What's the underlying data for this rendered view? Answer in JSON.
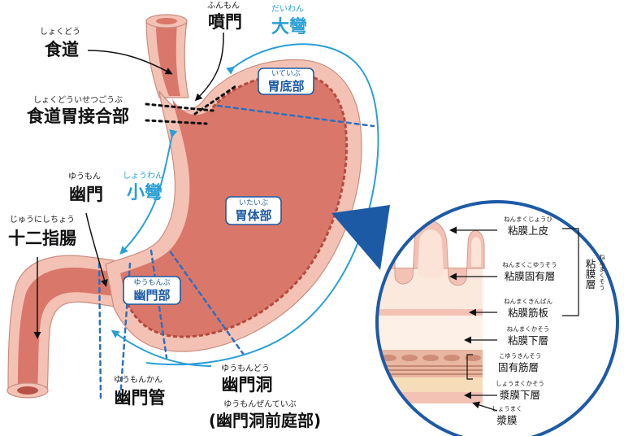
{
  "labels": {
    "esophagus": {
      "text": "食道",
      "ruby": "しょくどう"
    },
    "cardia": {
      "text": "噴門",
      "ruby": "ふんもん"
    },
    "greater_curvature": {
      "text": "大彎",
      "ruby": "だいわん"
    },
    "fundus": {
      "text": "胃底部",
      "ruby": "いていぶ"
    },
    "ge_junction": {
      "text": "食道胃接合部",
      "ruby": "しょくどういせつごうぶ"
    },
    "lesser_curvature": {
      "text": "小彎",
      "ruby": "しょうわん"
    },
    "pylorus": {
      "text": "幽門",
      "ruby": "ゆうもん"
    },
    "body": {
      "text": "胃体部",
      "ruby": "いたいぶ"
    },
    "duodenum": {
      "text": "十二指腸",
      "ruby": "じゅうにしちょう"
    },
    "pyloric_part": {
      "text": "幽門部",
      "ruby": "ゆうもんぶ"
    },
    "pyloric_canal": {
      "text": "幽門管",
      "ruby": "ゆうもんかん"
    },
    "pyloric_antrum": {
      "text": "幽門洞",
      "ruby": "ゆうもんどう"
    },
    "antrum_vestibule": {
      "text": "(幽門洞前庭部)",
      "ruby": "ゆうもんぜんていぶ"
    }
  },
  "wall_layers": {
    "mucosa_group": {
      "text": "粘膜層",
      "ruby": "ねんまくそう"
    },
    "items": [
      {
        "text": "粘膜上皮",
        "ruby": "ねんまくじょうひ"
      },
      {
        "text": "粘膜固有層",
        "ruby": "ねんまくこゆうそう"
      },
      {
        "text": "粘膜筋板",
        "ruby": "ねんまくきんばん"
      },
      {
        "text": "粘膜下層",
        "ruby": "ねんまくかそう"
      },
      {
        "text": "固有筋層",
        "ruby": "こゆうきんそう"
      },
      {
        "text": "漿膜下層",
        "ruby": "しょうまくかそう"
      },
      {
        "text": "漿膜",
        "ruby": "しょうまく"
      }
    ]
  },
  "colors": {
    "stomach_outer": "#f3c2b4",
    "stomach_inner": "#d9786a",
    "stomach_inner_dark": "#c25a4c",
    "accent_blue": "#2a9fd8",
    "box_blue": "#1d5aa6",
    "dotted_blue": "#2f6fbf"
  }
}
